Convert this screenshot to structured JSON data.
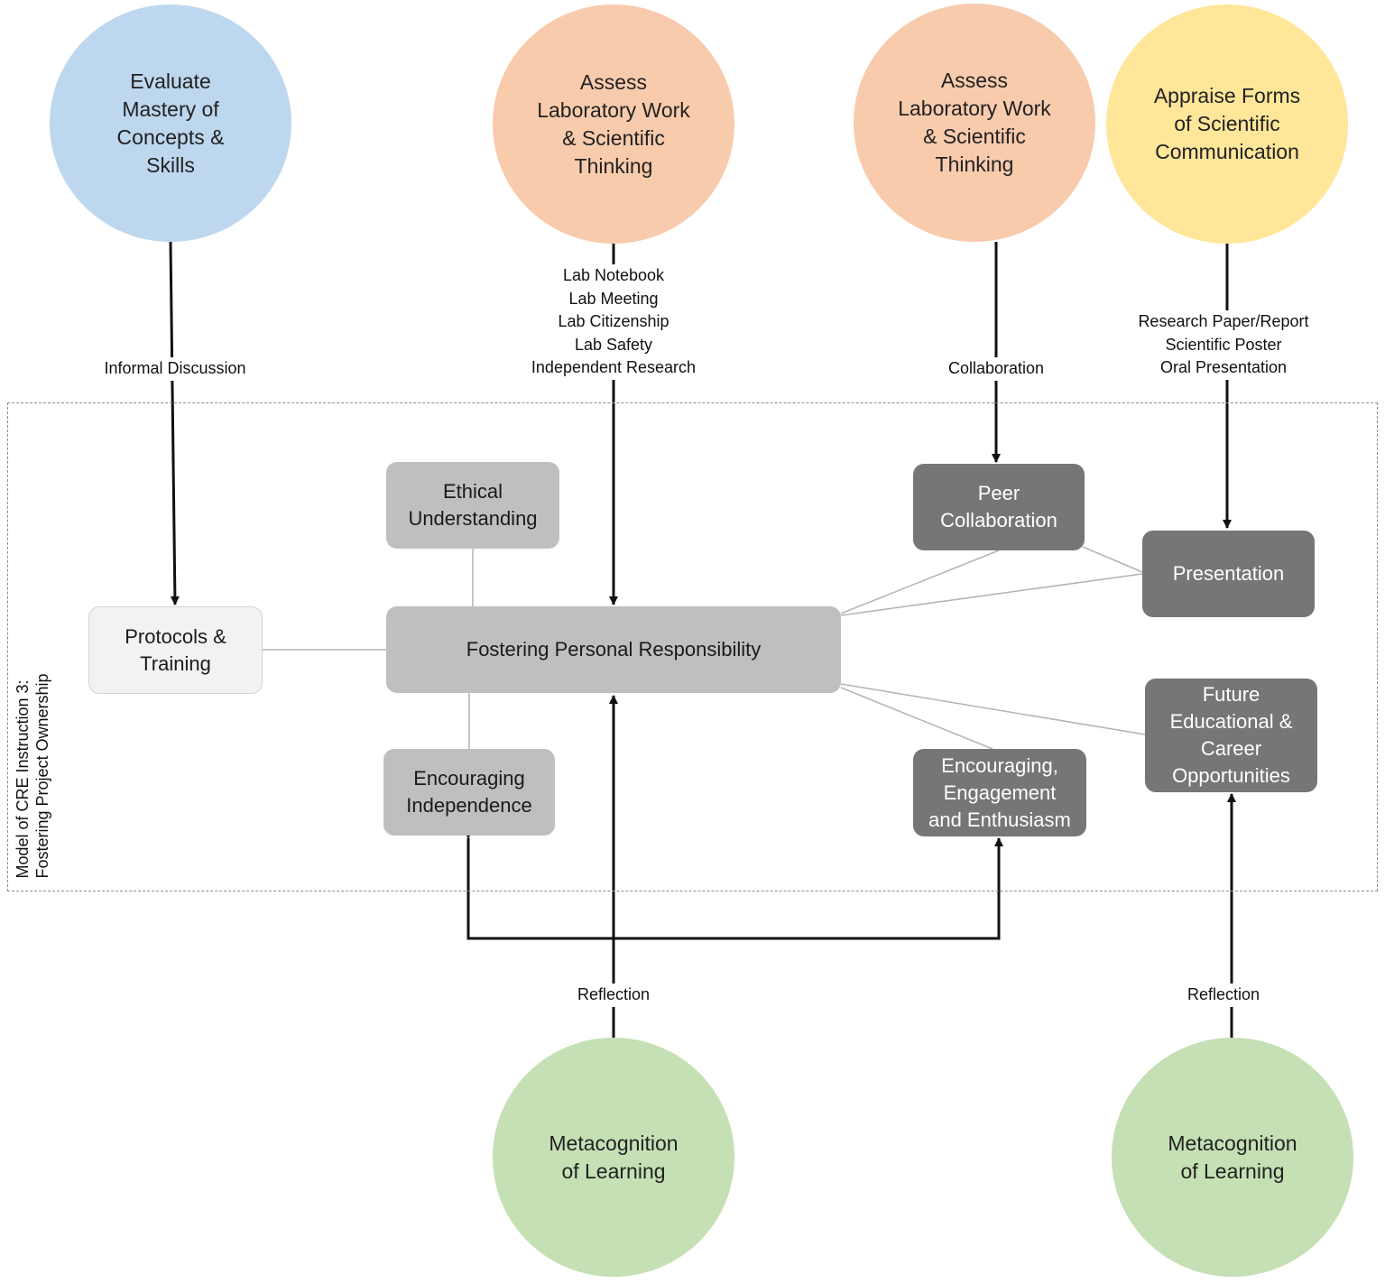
{
  "frame": {
    "title_line1": "Model of CRE Instruction 3:",
    "title_line2": "Fostering Project Ownership"
  },
  "circles": {
    "evaluate": [
      "Evaluate",
      "Mastery of",
      "Concepts &",
      "Skills"
    ],
    "assess_a": [
      "Assess",
      "Laboratory Work",
      "& Scientific",
      "Thinking"
    ],
    "assess_b": [
      "Assess",
      "Laboratory Work",
      "& Scientific",
      "Thinking"
    ],
    "appraise": [
      "Appraise Forms",
      "of Scientific",
      "Communication"
    ],
    "metacog_a": [
      "Metacognition",
      "of Learning"
    ],
    "metacog_b": [
      "Metacognition",
      "of Learning"
    ]
  },
  "labels": {
    "informal": [
      "Informal Discussion"
    ],
    "lab": [
      "Lab Notebook",
      "Lab Meeting",
      "Lab Citizenship",
      "Lab Safety",
      "Independent Research"
    ],
    "collab": [
      "Collaboration"
    ],
    "research": [
      "Research Paper/Report",
      "Scientific Poster",
      "Oral Presentation"
    ],
    "reflection_a": [
      "Reflection"
    ],
    "reflection_b": [
      "Reflection"
    ]
  },
  "boxes": {
    "protocols": [
      "Protocols &",
      "Training"
    ],
    "ethical": [
      "Ethical",
      "Understanding"
    ],
    "fostering": [
      "Fostering Personal Responsibility"
    ],
    "independence": [
      "Encouraging",
      "Independence"
    ],
    "peer": [
      "Peer",
      "Collaboration"
    ],
    "presentation": [
      "Presentation"
    ],
    "future": [
      "Future",
      "Educational &",
      "Career",
      "Opportunities"
    ],
    "engagement": [
      "Encouraging,",
      "Engagement",
      "and Enthusiasm"
    ]
  },
  "colors": {
    "evaluate_circle": "#bdd7ee",
    "assess_circle": "#f8cbad",
    "appraise_circle": "#ffe699",
    "metacognition_circle": "#c5e0b4",
    "light_box": "#f2f2f2",
    "medium_box": "#bfbfbf",
    "dark_box": "#767676"
  }
}
